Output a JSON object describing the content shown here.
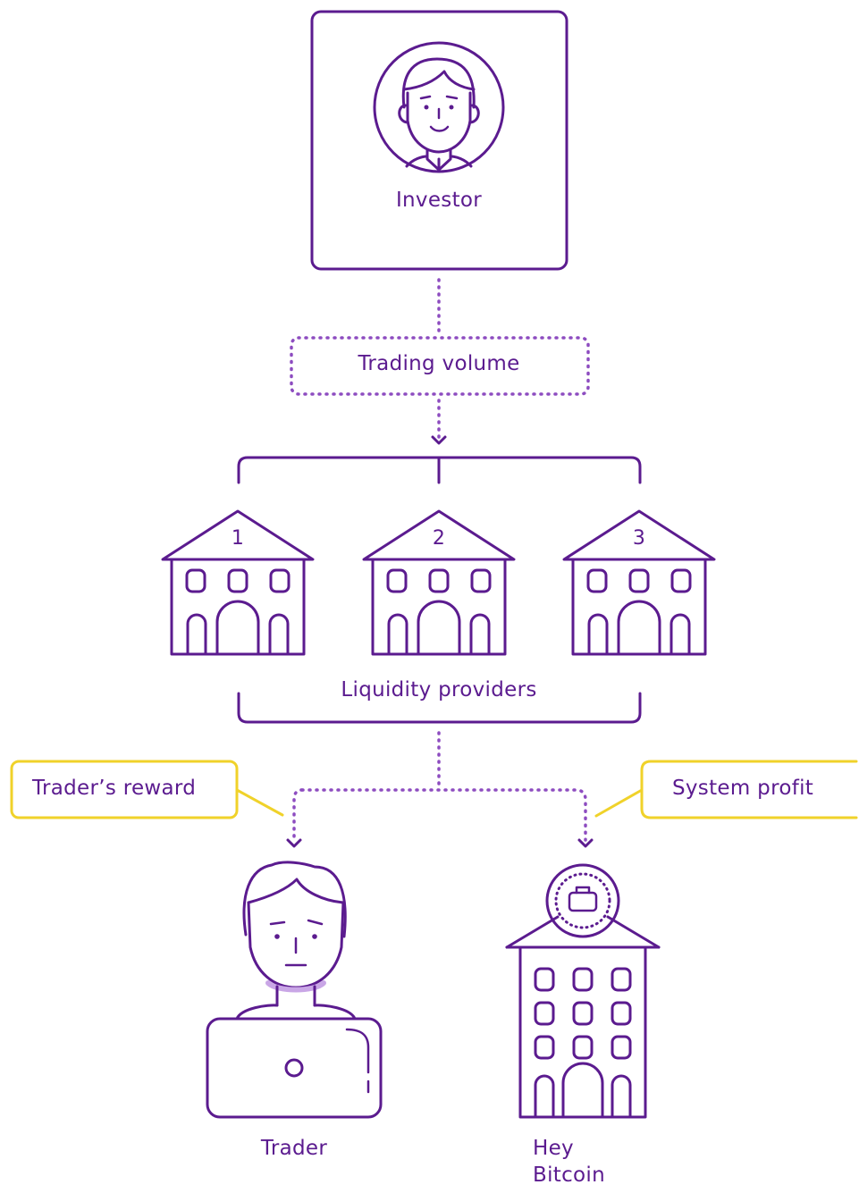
{
  "colors": {
    "primary": "#5b1b8f",
    "accent_light": "#a06cc8",
    "callout_border": "#f0d22a"
  },
  "investor": {
    "label": "Investor",
    "icon": "investor-avatar-icon"
  },
  "trading_volume": {
    "label": "Trading volume"
  },
  "liquidity": {
    "label": "Liquidity providers",
    "providers": [
      "1",
      "2",
      "3"
    ],
    "icon": "bank-building-icon"
  },
  "callouts": {
    "trader_reward": "Trader’s reward",
    "system_profit": "System profit"
  },
  "trader": {
    "label": "Trader",
    "icon": "trader-at-laptop-icon"
  },
  "company": {
    "label_line1": "Hey",
    "label_line2": "Bitcoin",
    "icon": "office-building-coin-icon"
  }
}
